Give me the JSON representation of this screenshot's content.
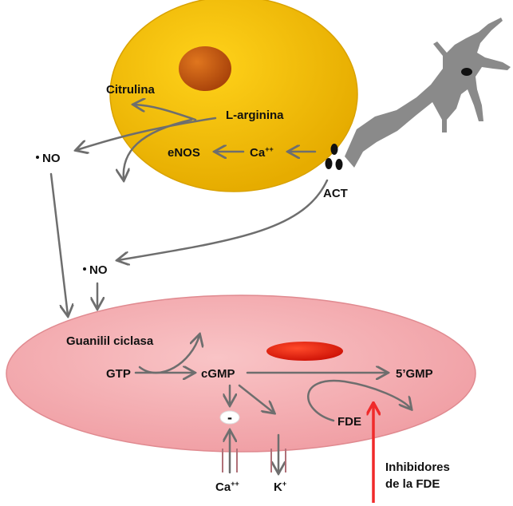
{
  "labels": {
    "citrulina": "Citrulina",
    "l_arginina": "L-arginina",
    "enos": "eNOS",
    "ca_cell": "Ca",
    "ca_cell_sup": "++",
    "no_top": "NO",
    "no_mid": "NO",
    "act": "ACT",
    "guanilil": "Guanilil ciclasa",
    "gtp": "GTP",
    "cgmp": "cGMP",
    "gmp5": "5’GMP",
    "fde": "FDE",
    "minus": "-",
    "ca_bottom": "Ca",
    "ca_bottom_sup": "++",
    "k_bottom": "K",
    "k_bottom_sup": "+",
    "inhib_line1": "Inhibidores",
    "inhib_line2": "de la FDE"
  },
  "colors": {
    "endothelial_cell": "#f5c000",
    "nucleus_top": "#c5550a",
    "smooth_muscle_cell": "#f4a9ad",
    "nucleus_bottom": "#e01a10",
    "neuron": "#8a8a8a",
    "arrow": "#6e6e6e",
    "inhibitor_arrow": "#f02a2a"
  }
}
